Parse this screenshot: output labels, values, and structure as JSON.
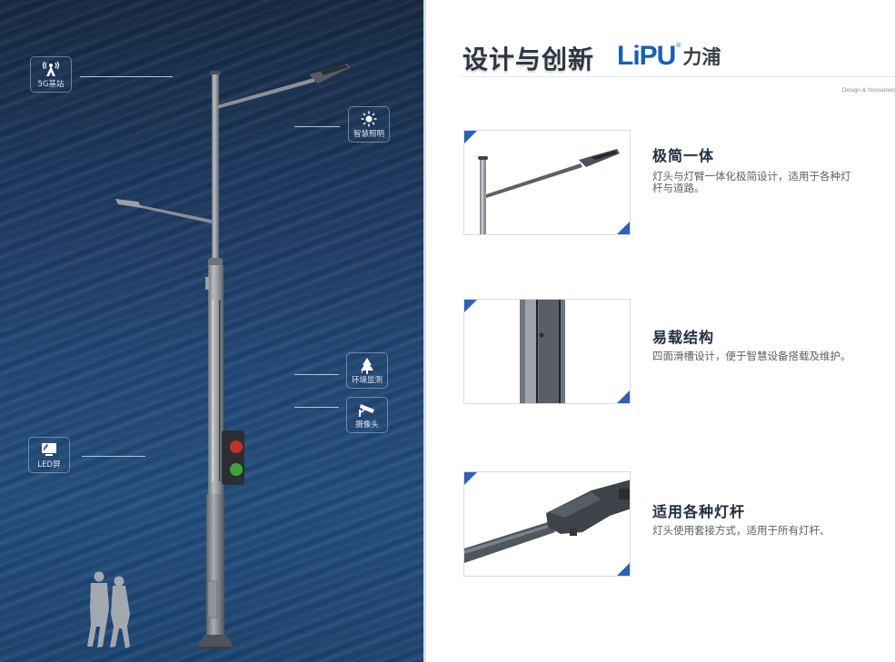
{
  "left_panel": {
    "callouts": [
      {
        "id": "5g",
        "label": "5G基站",
        "icon": "antenna-icon"
      },
      {
        "id": "lighting",
        "label": "智慧照明",
        "icon": "sun-icon"
      },
      {
        "id": "environment",
        "label": "环境监测",
        "icon": "tree-icon"
      },
      {
        "id": "camera",
        "label": "摄像头",
        "icon": "camera-icon"
      },
      {
        "id": "led",
        "label": "LED屏",
        "icon": "monitor-icon"
      }
    ]
  },
  "header": {
    "title": "设计与创新",
    "logo_en": "LiPU",
    "logo_reg": "®",
    "logo_cn": "力浦",
    "subtitle": "Design & Innovation"
  },
  "features": [
    {
      "title": "极简一体",
      "description": "灯头与灯臂一体化极简设计，适用于各种灯杆与道路。",
      "image": "streetlight-arm-thumbnail"
    },
    {
      "title": "易载结构",
      "description": "四面滑槽设计，便于智慧设备搭载及维护。",
      "image": "pole-slot-thumbnail"
    },
    {
      "title": "适用各种灯杆",
      "description": "灯头使用套接方式，适用于所有灯杆、",
      "image": "lamp-head-thumbnail"
    }
  ],
  "colors": {
    "accent_blue": "#2f5fb8",
    "logo_blue": "#1a5fb4",
    "panel_navy": "#1f3b62",
    "title_text": "#2d3642"
  }
}
